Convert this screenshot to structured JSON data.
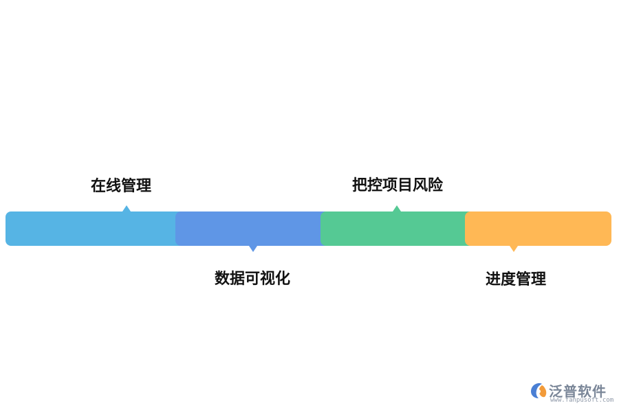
{
  "steps": [
    {
      "label": "在线管理",
      "color": "#56b4e4",
      "position": "top"
    },
    {
      "label": "数据可视化",
      "color": "#5f96e6",
      "position": "bottom"
    },
    {
      "label": "把控项目风险",
      "color": "#55c994",
      "position": "top"
    },
    {
      "label": "进度管理",
      "color": "#ffb855",
      "position": "bottom"
    }
  ],
  "watermark": {
    "name": "泛普软件",
    "url": "www.fanpusoft.com",
    "colors": {
      "blue": "#4a7fd4",
      "orange": "#f29b3a",
      "text": "#7a8698"
    }
  }
}
